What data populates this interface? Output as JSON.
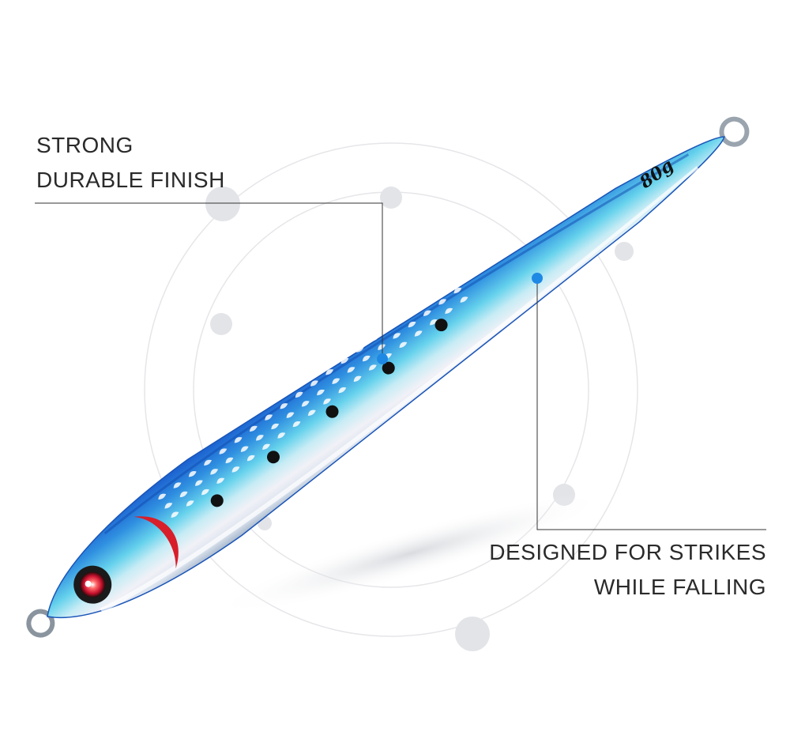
{
  "callouts": {
    "top": {
      "line1": "STRONG",
      "line2": "DURABLE FINISH"
    },
    "bottom": {
      "line1": "DESIGNED FOR STRIKES",
      "line2": "WHILE FALLING"
    }
  },
  "lure": {
    "weight_label": "80g",
    "colors": {
      "back": "#1f6fd6",
      "mid": "#57c8ea",
      "belly": "#e8eef6",
      "gill": "#d81e2a",
      "eye": "#c8102e",
      "marker": "#1e88e5"
    }
  }
}
